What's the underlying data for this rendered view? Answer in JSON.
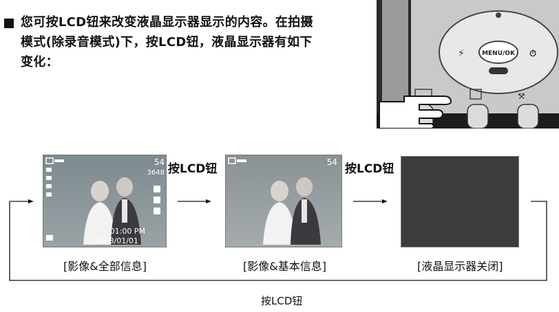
{
  "intro": {
    "line1": "您可按LCD钮来改变液晶显示器显示的内容。在拍摄",
    "line2": "模式(除录音模式)下，按LCD钮，液晶显示器有如下",
    "line3": "变化："
  },
  "camera": {
    "center_button": "MENU/OK"
  },
  "screens": [
    {
      "caption": "[影像&全部信息]",
      "osd": {
        "shots": "54",
        "resolution": "3648",
        "time": "01:00 PM",
        "date": "2008/01/01"
      }
    },
    {
      "caption": "[影像&基本信息]",
      "osd": {
        "shots": "54"
      }
    },
    {
      "caption": "[液晶显示器关闭]"
    }
  ],
  "step_label": "按LCD钮",
  "footer_label": "按LCD钮"
}
